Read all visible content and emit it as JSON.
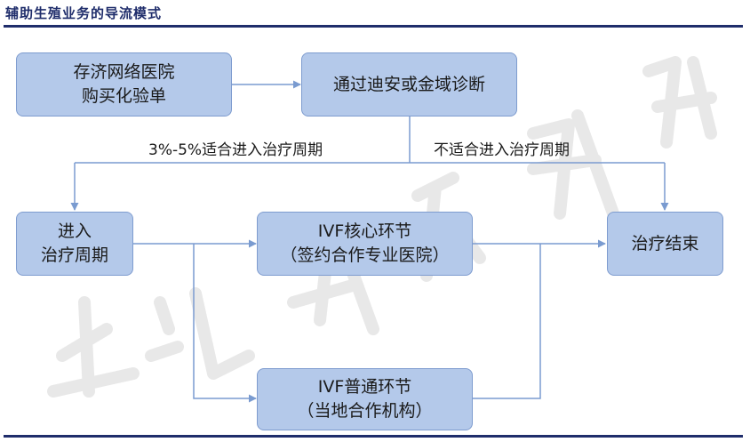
{
  "header": {
    "title": "辅助生殖业务的导流模式"
  },
  "nodes": {
    "cunji": {
      "line1": "存济网络医院",
      "line2": "购买化验单"
    },
    "diagnose": {
      "line1": "通过迪安或金域诊断"
    },
    "enter": {
      "line1": "进入",
      "line2": "治疗周期"
    },
    "ivf_core": {
      "line1": "IVF核心环节",
      "line2": "（签约合作专业医院）"
    },
    "end": {
      "line1": "治疗结束"
    },
    "ivf_general": {
      "line1": "IVF普通环节",
      "line2": "（当地合作机构）"
    }
  },
  "edges": {
    "suitable": "3%-5%适合进入治疗周期",
    "not_suitable": "不适合进入治疗周期"
  },
  "colors": {
    "box_fill": "#b4c9ea",
    "box_border": "#7e9ccf",
    "line": "#7a9bd0",
    "title": "#1f2d6b"
  },
  "watermark": {
    "text": "专注成长股的君临"
  }
}
